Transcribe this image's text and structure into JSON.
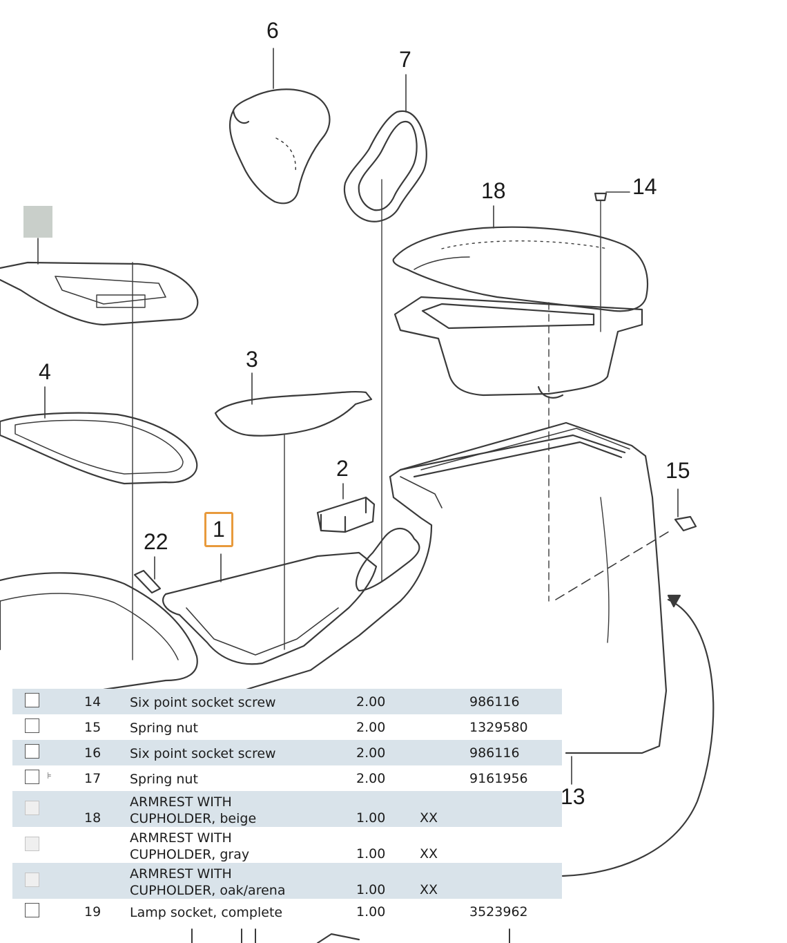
{
  "callouts": [
    {
      "id": "6",
      "label": "6"
    },
    {
      "id": "7",
      "label": "7"
    },
    {
      "id": "18",
      "label": "18"
    },
    {
      "id": "14",
      "label": "14"
    },
    {
      "id": "4",
      "label": "4"
    },
    {
      "id": "3",
      "label": "3"
    },
    {
      "id": "2",
      "label": "2"
    },
    {
      "id": "15",
      "label": "15"
    },
    {
      "id": "22",
      "label": "22"
    },
    {
      "id": "1",
      "label": "1"
    },
    {
      "id": "13",
      "label": "13"
    }
  ],
  "parts": [
    {
      "check": "unchecked",
      "tree": "",
      "no": "14",
      "desc": [
        "Six point socket screw"
      ],
      "qty": "2.00",
      "flag": "",
      "pn": "986116"
    },
    {
      "check": "unchecked",
      "tree": "",
      "no": "15",
      "desc": [
        "Spring nut"
      ],
      "qty": "2.00",
      "flag": "",
      "pn": "1329580"
    },
    {
      "check": "unchecked",
      "tree": "",
      "no": "16",
      "desc": [
        "Six point socket screw"
      ],
      "qty": "2.00",
      "flag": "",
      "pn": "986116"
    },
    {
      "check": "unchecked",
      "tree": "⊧",
      "no": "17",
      "desc": [
        "Spring nut"
      ],
      "qty": "2.00",
      "flag": "",
      "pn": "9161956"
    },
    {
      "check": "disabled",
      "tree": "",
      "no": "18",
      "desc": [
        "ARMREST WITH",
        "CUPHOLDER, beige"
      ],
      "qty": "1.00",
      "flag": "XX",
      "pn": ""
    },
    {
      "check": "disabled",
      "tree": "",
      "no": "",
      "desc": [
        "ARMREST WITH",
        "CUPHOLDER, gray"
      ],
      "qty": "1.00",
      "flag": "XX",
      "pn": ""
    },
    {
      "check": "disabled",
      "tree": "",
      "no": "",
      "desc": [
        "ARMREST WITH",
        "CUPHOLDER, oak/arena"
      ],
      "qty": "1.00",
      "flag": "XX",
      "pn": ""
    },
    {
      "check": "unchecked",
      "tree": "",
      "no": "19",
      "desc": [
        "Lamp socket, complete"
      ],
      "qty": "1.00",
      "flag": "",
      "pn": "3523962"
    }
  ],
  "colors": {
    "highlight_box": "#e89a3c",
    "row_shade": "#d9e3ea",
    "line_art": "#3a3a3a"
  }
}
